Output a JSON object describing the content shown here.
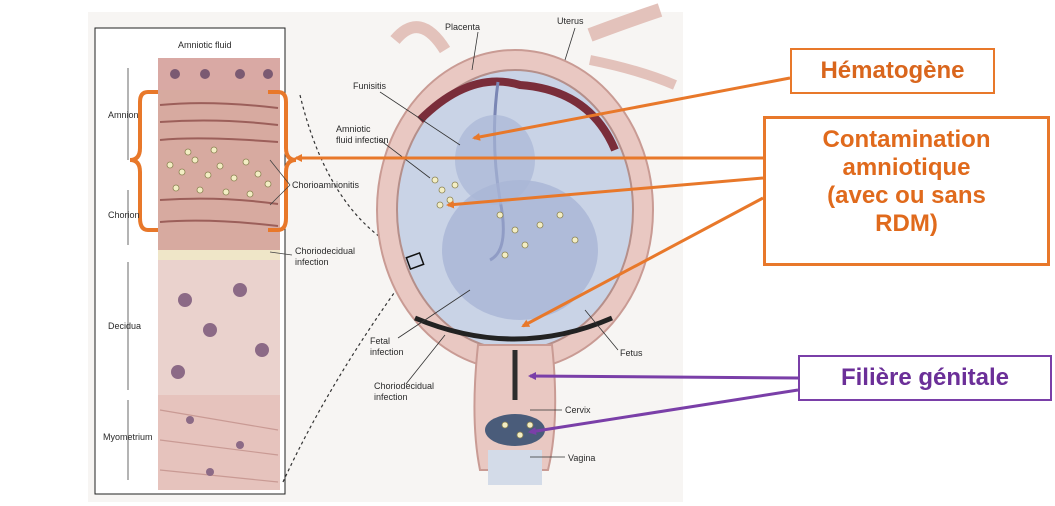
{
  "inset_labels": {
    "amniotic_fluid": "Amniotic fluid",
    "amnion": "Amnion",
    "chorion": "Chorion",
    "decidua": "Decidua",
    "myometrium": "Myometrium",
    "chorioamnionitis": "Chorioamnionitis",
    "choriodecidual_infection": [
      "Choriodecidual",
      "infection"
    ]
  },
  "anatomy_labels": {
    "placenta": "Placenta",
    "uterus": "Uterus",
    "funisitis": "Funisitis",
    "amniotic_fluid_infection": [
      "Amniotic",
      "fluid infection"
    ],
    "fetal_infection": [
      "Fetal",
      "infection"
    ],
    "choriodecidual_infection": [
      "Choriodecidual",
      "infection"
    ],
    "fetus": "Fetus",
    "cervix": "Cervix",
    "vagina": "Vagina"
  },
  "callouts": {
    "hematogene": "Hématogène",
    "contamination": [
      "Contamination",
      "amniotique",
      "(avec ou sans",
      "RDM)"
    ],
    "filiere": "Filière génitale"
  },
  "colors": {
    "orange": "#e8782a",
    "purple": "#7a3fa8",
    "tissue_pink": "#e9c8c2",
    "amniotic_blue": "#c9d3e6"
  }
}
